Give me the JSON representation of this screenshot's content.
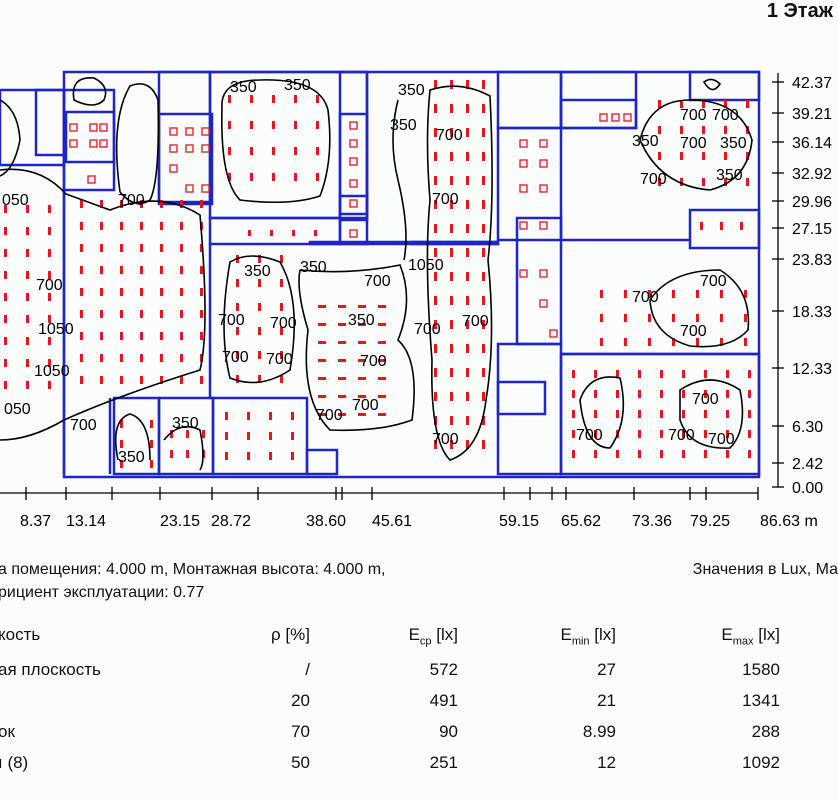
{
  "header": {
    "title": "1 Этаж /"
  },
  "plan": {
    "x_ticks": [
      "8.37",
      "13.14",
      "23.15",
      "28.72",
      "38.60",
      "45.61",
      "59.15",
      "65.62",
      "73.36",
      "79.25",
      "86.63 m"
    ],
    "y_ticks": [
      "42.37",
      "39.21",
      "36.14",
      "32.92",
      "29.96",
      "27.15",
      "23.83",
      "18.33",
      "12.33",
      "6.30",
      "2.42",
      "0.00"
    ],
    "contour_labels": [
      "350",
      "350",
      "350",
      "350",
      "700",
      "350",
      "700",
      "700",
      "350",
      "350",
      "050",
      "700",
      "700",
      "700",
      "350",
      "350",
      "700",
      "1050",
      "700",
      "700",
      "1050",
      "700",
      "700",
      "350",
      "700",
      "700",
      "1050",
      "700",
      "700",
      "700",
      "700",
      "700",
      "700",
      "700",
      "050",
      "700",
      "700",
      "700",
      "700",
      "350",
      "700",
      "700",
      "700",
      "350"
    ]
  },
  "info": {
    "line1": "а помещения: 4.000 m, Монтажная высота: 4.000 m,",
    "line2": "рициент эксплуатации: 0.77",
    "units": "Значения в Lux, Ма"
  },
  "table": {
    "headers": {
      "surface": "кость",
      "rho": "ρ [%]",
      "ecp": "E",
      "ecp_sub": "cp",
      "ecp_unit": " [lx]",
      "emin": "E",
      "emin_sub": "min",
      "emin_unit": " [lx]",
      "emax": "E",
      "emax_sub": "max",
      "emax_unit": " [lx]"
    },
    "rows": [
      {
        "surface": "ая плоскость",
        "rho": "/",
        "ecp": "572",
        "emin": "27",
        "emax": "1580"
      },
      {
        "surface": "",
        "rho": "20",
        "ecp": "491",
        "emin": "21",
        "emax": "1341"
      },
      {
        "surface": "ок",
        "rho": "70",
        "ecp": "90",
        "emin": "8.99",
        "emax": "288"
      },
      {
        "surface": "ı (8)",
        "rho": "50",
        "ecp": "251",
        "emin": "12",
        "emax": "1092"
      }
    ]
  },
  "colors": {
    "walls": "#1f25c8",
    "luminaires": "#e5171d",
    "isolines": "#000000"
  }
}
